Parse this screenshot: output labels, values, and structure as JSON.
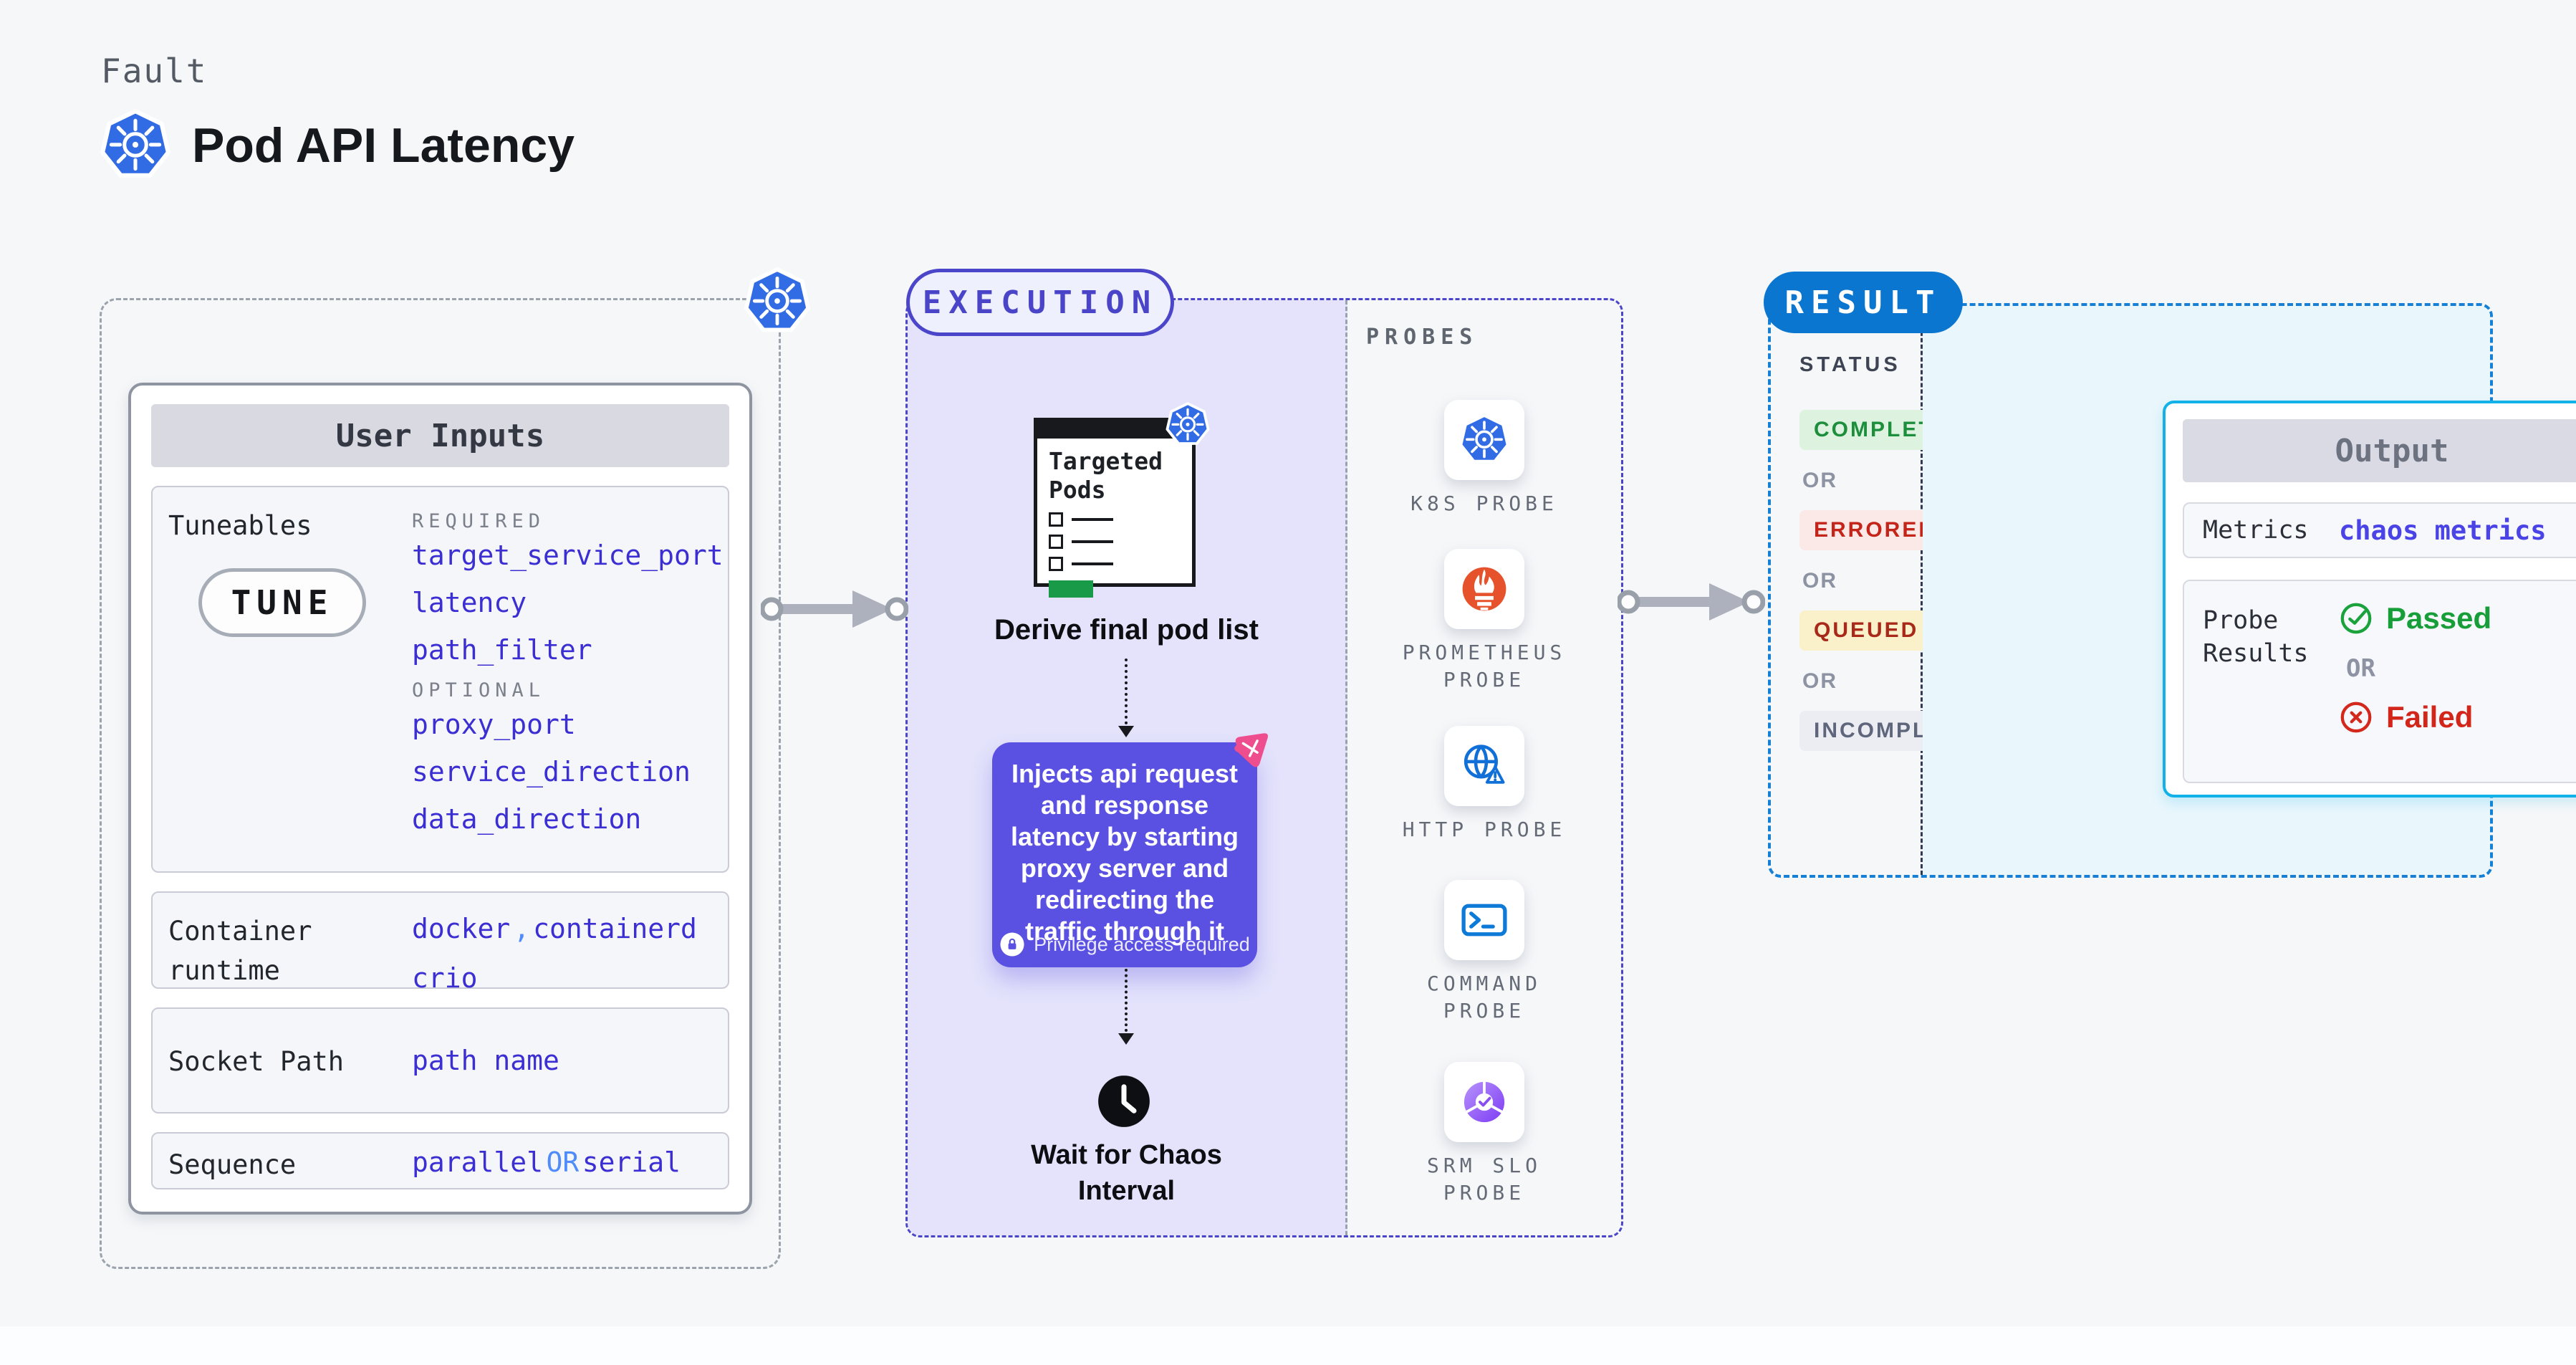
{
  "header": {
    "eyebrow": "Fault",
    "title": "Pod API Latency",
    "title_icon": "kubernetes-icon"
  },
  "tune": {
    "pill": "TUNE",
    "corner_icon": "kubernetes-icon",
    "user_inputs": {
      "header": "User Inputs",
      "tuneables": {
        "label": "Tuneables",
        "required_label": "REQUIRED",
        "required": [
          "target_service_port",
          "latency",
          "path_filter"
        ],
        "optional_label": "OPTIONAL",
        "optional": [
          "proxy_port",
          "service_direction",
          "data_direction"
        ]
      },
      "container_runtime": {
        "label": "Container runtime",
        "value_1": "docker",
        "separator": ",",
        "value_2": "containerd",
        "value_3": "crio"
      },
      "socket_path": {
        "label": "Socket Path",
        "value": "path name"
      },
      "sequence": {
        "label": "Sequence",
        "value_1": "parallel",
        "or": "OR",
        "value_2": "serial"
      }
    }
  },
  "execution": {
    "pill": "EXECUTION",
    "targeted_pods": {
      "title": "Targeted Pods",
      "icon": "kubernetes-icon"
    },
    "derive_label": "Derive final pod list",
    "inject": {
      "text": "Injects api request and response latency by starting proxy server and redirecting the traffic through it",
      "privilege_note": "Privilege access required",
      "corner_icon": "litmus-icon",
      "lock_icon": "lock-icon"
    },
    "wait_label": "Wait for Chaos Interval",
    "wait_icon": "clock-icon"
  },
  "probes": {
    "label": "PROBES",
    "items": [
      {
        "name": "K8S PROBE",
        "icon": "kubernetes-icon"
      },
      {
        "name": "PROMETHEUS PROBE",
        "icon": "prometheus-icon"
      },
      {
        "name": "HTTP PROBE",
        "icon": "http-globe-warning-icon"
      },
      {
        "name": "COMMAND PROBE",
        "icon": "terminal-icon"
      },
      {
        "name": "SRM SLO PROBE",
        "icon": "srm-slo-pie-icon"
      }
    ]
  },
  "result": {
    "pill": "RESULT",
    "status_label": "STATUS",
    "or_label": "OR",
    "statuses": [
      {
        "text": "COMPLETED",
        "fg": "#1d8e3c",
        "bg": "#ddf3e0"
      },
      {
        "text": "ERRORED",
        "fg": "#c3251b",
        "bg": "#fbe9e7"
      },
      {
        "text": "QUEUED",
        "fg": "#a8291a",
        "bg": "#faf0c9"
      },
      {
        "text": "INCOMPLETED",
        "fg": "#5f667c",
        "bg": "#ebedf3"
      }
    ],
    "output": {
      "header": "Output",
      "metrics_label": "Metrics",
      "metrics_value": "chaos metrics",
      "probe_results_label": "Probe Results",
      "passed_label": "Passed",
      "or_label": "OR",
      "failed_label": "Failed",
      "passed_color": "#189e38",
      "failed_color": "#d3261b"
    }
  },
  "colors": {
    "page_bg": "#f6f7f9",
    "indigo_accent": "#4b45c9",
    "execution_bg": "#e4e3fb",
    "inject_purple": "#5a50e1",
    "param_blue": "#3b2ed2",
    "param_light_blue": "#4f8bfb",
    "result_blue": "#0b76d0",
    "result_border": "#1580d5",
    "output_border": "#12b1e7",
    "result_panel_bg": "#e9f6fc",
    "kubernetes_blue": "#326ce5",
    "prometheus_orange": "#e6522c",
    "litmus_pink": "#ee4e8d",
    "derive_green": "#189a48"
  }
}
